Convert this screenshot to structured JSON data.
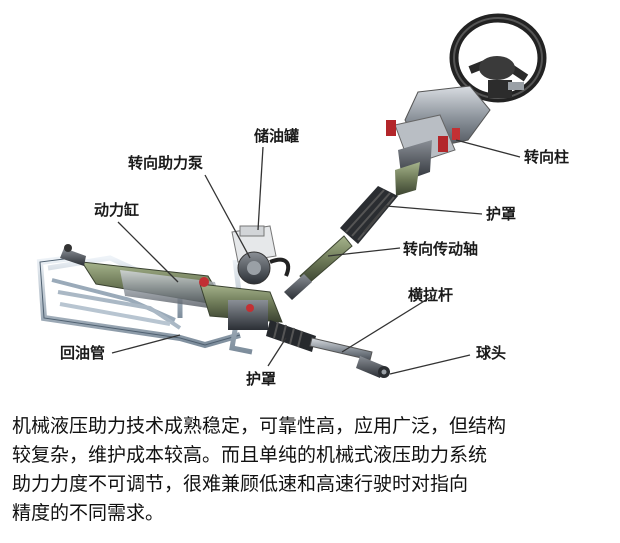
{
  "labels": {
    "reservoir": "储油罐",
    "pump": "转向助力泵",
    "cylinder": "动力缸",
    "column": "转向柱",
    "boot_upper": "护罩",
    "shaft": "转向传动轴",
    "tie_rod": "横拉杆",
    "return_pipe": "回油管",
    "ball_joint": "球头",
    "boot_lower": "护罩"
  },
  "caption": {
    "line1": "机械液压助力技术成熟稳定，可靠性高，应用广泛，但结构",
    "line2": "较复杂，维护成本较高。而且单纯的机械式液压助力系统",
    "line3": "助力力度不可调节，很难兼顾低速和高速行驶时对指向",
    "line4": "精度的不同需求。"
  }
}
